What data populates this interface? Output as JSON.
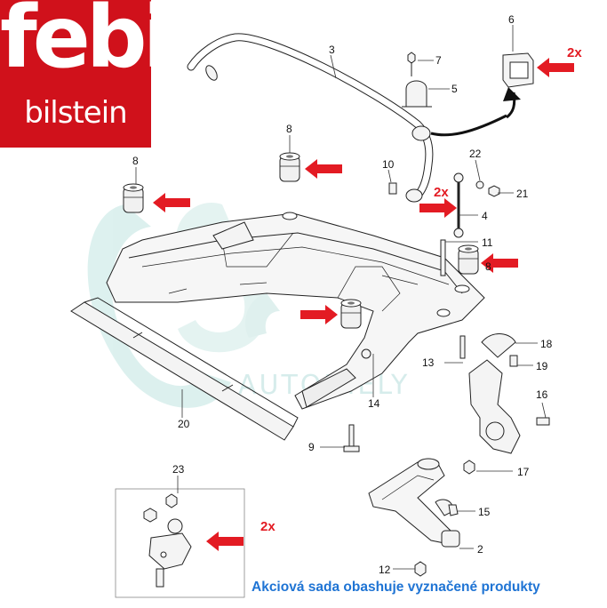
{
  "logo": {
    "line1": "febi",
    "line2": "bilstein"
  },
  "watermark": {
    "text": "AUTODIELY"
  },
  "footer": {
    "note": "Akciová sada obashuje vyznačené produkty"
  },
  "callouts": [
    {
      "id": "3",
      "label": "3"
    },
    {
      "id": "7",
      "label": "7"
    },
    {
      "id": "5",
      "label": "5"
    },
    {
      "id": "6",
      "label": "6"
    },
    {
      "id": "8a",
      "label": "8"
    },
    {
      "id": "8b",
      "label": "8"
    },
    {
      "id": "8c",
      "label": "8"
    },
    {
      "id": "10",
      "label": "10"
    },
    {
      "id": "22",
      "label": "22"
    },
    {
      "id": "21",
      "label": "21"
    },
    {
      "id": "4",
      "label": "4"
    },
    {
      "id": "11",
      "label": "11"
    },
    {
      "id": "18",
      "label": "18"
    },
    {
      "id": "13",
      "label": "13"
    },
    {
      "id": "19",
      "label": "19"
    },
    {
      "id": "14",
      "label": "14"
    },
    {
      "id": "16",
      "label": "16"
    },
    {
      "id": "20",
      "label": "20"
    },
    {
      "id": "9",
      "label": "9"
    },
    {
      "id": "17",
      "label": "17"
    },
    {
      "id": "23",
      "label": "23"
    },
    {
      "id": "15",
      "label": "15"
    },
    {
      "id": "2",
      "label": "2"
    },
    {
      "id": "12",
      "label": "12"
    }
  ],
  "quantity_marks": [
    {
      "id": "q6",
      "label": "2x"
    },
    {
      "id": "q4",
      "label": "2x"
    },
    {
      "id": "q23",
      "label": "2x"
    }
  ],
  "colors": {
    "brand_red": "#d0111b",
    "arrow_red": "#e31b23",
    "note_blue": "#1f74d4",
    "watermark": "#d6eceb"
  }
}
